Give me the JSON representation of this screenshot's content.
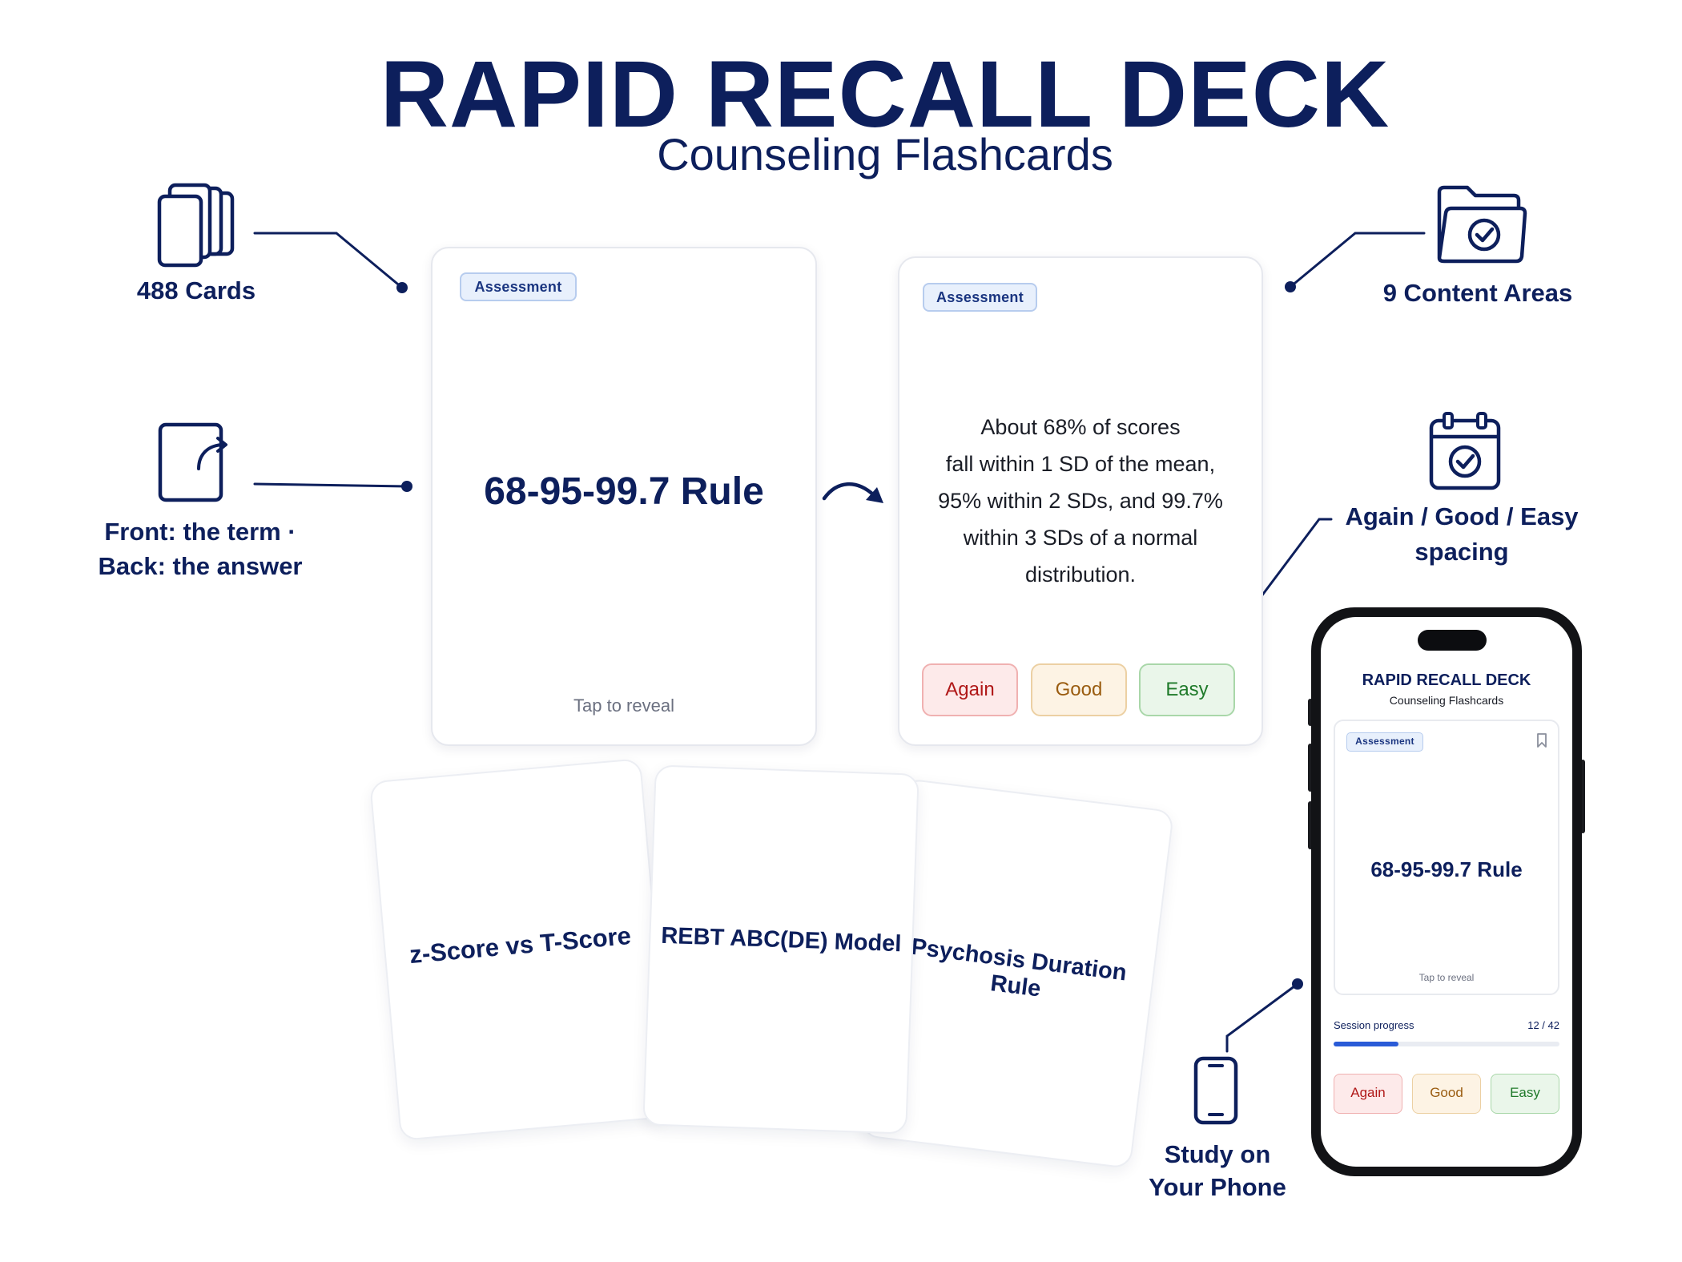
{
  "header": {
    "title": "RAPID RECALL DECK",
    "subtitle": "Counseling Flashcards"
  },
  "features": {
    "cards": "488 Cards",
    "front_back_line1": "Front: the term ·",
    "front_back_line2": "Back: the answer",
    "content_areas": "9 Content Areas",
    "spacing_line1": "Again / Good / Easy",
    "spacing_line2": "spacing",
    "phone_line1": "Study on",
    "phone_line2": "Your Phone"
  },
  "front_card": {
    "tag": "Assessment",
    "term": "68-95-99.7 Rule",
    "hint": "Tap to reveal"
  },
  "back_card": {
    "tag": "Assessment",
    "answer_lines": [
      "About 68% of scores",
      "fall within 1 SD of the mean,",
      "95% within 2 SDs, and 99.7%",
      "within 3 SDs of a normal",
      "distribution."
    ],
    "buttons": {
      "again": "Again",
      "good": "Good",
      "easy": "Easy"
    }
  },
  "fan_cards": [
    {
      "term": "z-Score vs T-Score"
    },
    {
      "term": "REBT ABC(DE) Model"
    },
    {
      "term": "Psychosis Duration Rule"
    }
  ],
  "phone": {
    "app_title": "RAPID RECALL DECK",
    "app_subtitle": "Counseling Flashcards",
    "tag": "Assessment",
    "term": "68-95-99.7 Rule",
    "hint": "Tap to reveal",
    "progress_label": "Session progress",
    "progress_count": "12 / 42",
    "progress_fraction": 0.2857,
    "buttons": {
      "again": "Again",
      "good": "Good",
      "easy": "Easy"
    }
  },
  "icons": {
    "cards": "card-stack-icon",
    "flip": "card-flip-icon",
    "folder": "folder-check-icon",
    "calendar": "calendar-check-icon",
    "phone": "smartphone-icon",
    "arrow": "curved-arrow-icon",
    "bookmark": "bookmark-icon"
  },
  "colors": {
    "navy": "#0d1f5c",
    "again": "#b01818",
    "good": "#9a5c10",
    "easy": "#1f7a2a",
    "progress": "#2a5bd7"
  }
}
